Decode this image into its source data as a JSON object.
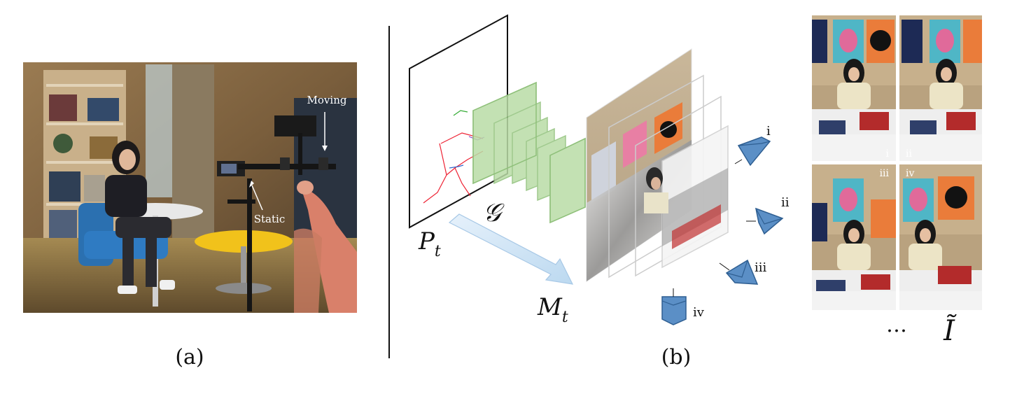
{
  "panel_a": {
    "caption": "(a)",
    "label_moving": "Moving",
    "label_static": "Static"
  },
  "panel_b": {
    "caption": "(b)",
    "pose_label": "P",
    "pose_sub": "t",
    "generator_label": "𝒢",
    "mpi_label": "M",
    "mpi_sub": "t",
    "cameras": [
      "i",
      "ii",
      "iii",
      "iv"
    ],
    "views": [
      "i",
      "ii",
      "iii",
      "iv"
    ],
    "ellipsis": "…",
    "output_label": "Ĩ"
  },
  "colors": {
    "generator_green": "#b9dca6",
    "generator_edge": "#8fc07a",
    "camera_blue": "#5b8fc6",
    "arrow_blue": "#bcd9f0"
  }
}
